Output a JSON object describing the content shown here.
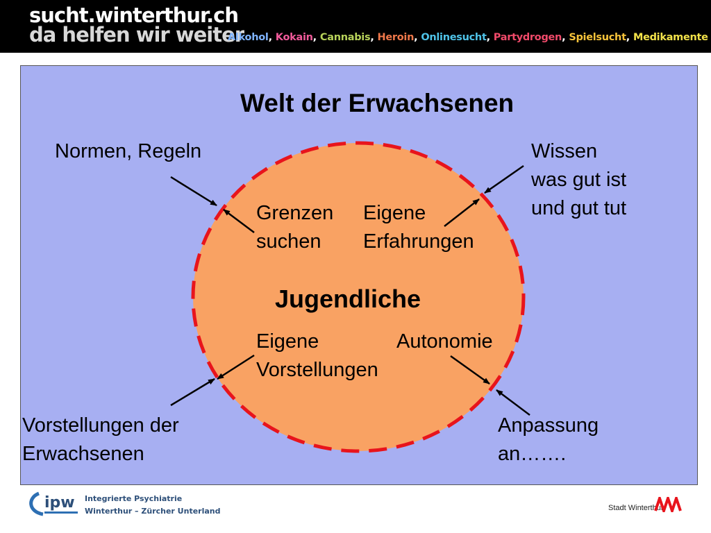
{
  "header": {
    "line1": "sucht.winterthur.ch",
    "line2": "da helfen wir weiter",
    "substances": [
      {
        "label": "Alkohol",
        "color": "#7fb4ff"
      },
      {
        "label": "Kokain",
        "color": "#f05a9a"
      },
      {
        "label": "Cannabis",
        "color": "#b7d25a"
      },
      {
        "label": "Heroin",
        "color": "#f0784a"
      },
      {
        "label": "Onlinesucht",
        "color": "#4fc3e8"
      },
      {
        "label": "Partydrogen",
        "color": "#f04a6a"
      },
      {
        "label": "Spielsucht",
        "color": "#f7c33a"
      },
      {
        "label": "Medikamente",
        "color": "#f2e24a"
      }
    ]
  },
  "diagram": {
    "title": "Welt der Erwachsenen",
    "center": "Jugendliche",
    "outer_left_top": "Normen, Regeln",
    "outer_right_top": [
      "Wissen",
      "was gut ist",
      "und gut tut"
    ],
    "outer_left_bottom": [
      "Vorstellungen der",
      "Erwachsenen"
    ],
    "outer_right_bottom": [
      "Anpassung",
      "an……."
    ],
    "inner_top_left": [
      "Grenzen",
      "suchen"
    ],
    "inner_top_right": [
      "Eigene",
      "Erfahrungen"
    ],
    "inner_bottom_left": [
      "Eigene",
      "Vorstellungen"
    ],
    "inner_bottom_right": "Autonomie",
    "colors": {
      "panel": "#a7aff2",
      "circle_fill": "#f9a263",
      "circle_border": "#e8141c"
    }
  },
  "footer": {
    "ipw_logo": "ipw",
    "ipw_line1": "Integrierte Psychiatrie",
    "ipw_line2": "Winterthur – Zürcher Unterland",
    "city_label": "Stadt Winterthur"
  }
}
